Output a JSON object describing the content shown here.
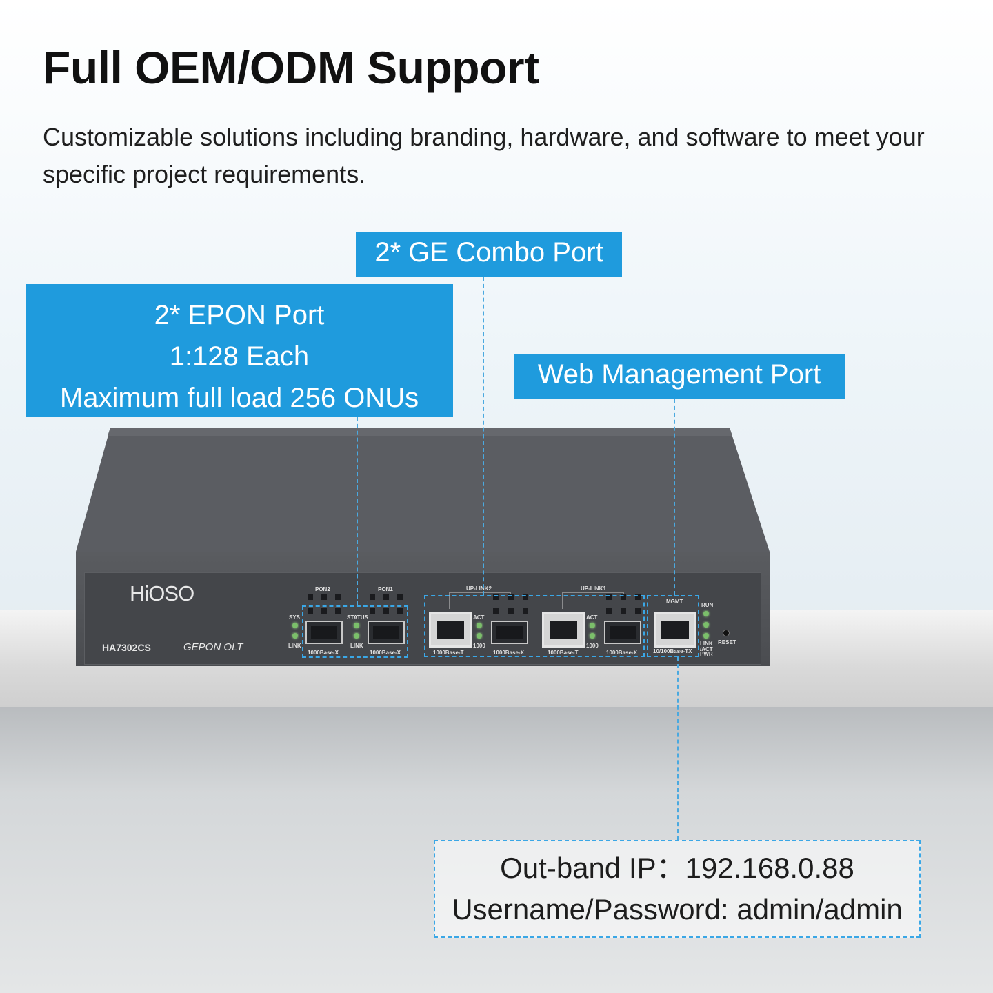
{
  "header": {
    "title": "Full OEM/ODM Support",
    "subtitle": "Customizable solutions including branding, hardware, and software to meet your specific project requirements."
  },
  "callouts": {
    "epon": [
      "2* EPON Port",
      "1:128 Each",
      "Maximum full load 256 ONUs"
    ],
    "combo": "2* GE Combo Port",
    "web": "Web Management Port"
  },
  "device": {
    "brand": "HiOSO",
    "model": "HA7302CS",
    "type": "GEPON OLT",
    "labels": {
      "pon2": "PON2",
      "pon1": "PON1",
      "sys": "SYS",
      "link": "LINK",
      "status": "STATUS",
      "uplink2": "UP-LINK2",
      "uplink1": "UP-LINK1",
      "act": "ACT",
      "speed": "1000",
      "mgmt": "MGMT",
      "run": "RUN",
      "link_act": "LINK /ACT",
      "pwr": "PWR",
      "reset": "RESET",
      "base_x": "1000Base-X",
      "base_t": "1000Base-T",
      "base_tx": "10/100Base-TX"
    }
  },
  "info": {
    "ip": "Out-band IP：192.168.0.88",
    "credentials": "Username/Password: admin/admin"
  },
  "colors": {
    "accent": "#1f9bdd",
    "device": "#4a4c50"
  }
}
